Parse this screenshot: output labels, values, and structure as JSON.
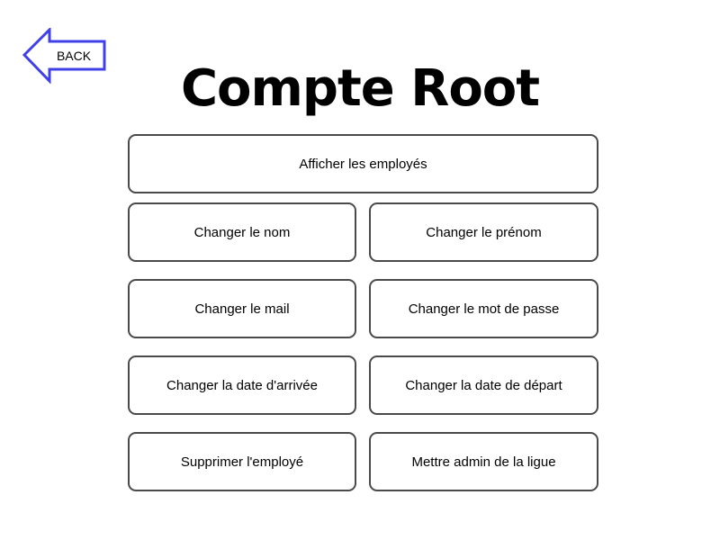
{
  "back_button": {
    "label": "BACK",
    "icon": "arrow-left-icon",
    "color": "#4040e8"
  },
  "title": "Compte Root",
  "buttons": {
    "show_employees": "Afficher les employés",
    "change_last_name": "Changer le nom",
    "change_first_name": "Changer le prénom",
    "change_mail": "Changer le mail",
    "change_password": "Changer le mot de passe",
    "change_arrival_date": "Changer la date d'arrivée",
    "change_departure_date": "Changer la date de départ",
    "delete_employee": "Supprimer l'employé",
    "make_league_admin": "Mettre admin de la ligue"
  }
}
